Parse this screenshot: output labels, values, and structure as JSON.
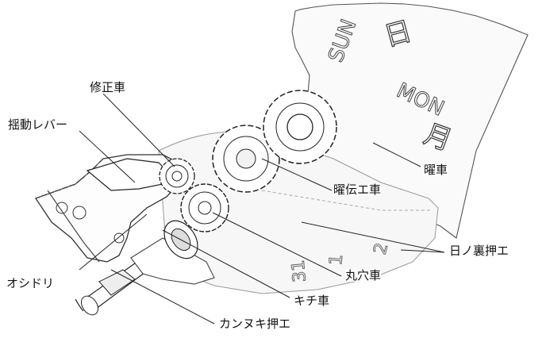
{
  "labels": {
    "correction_wheel": "修正車",
    "swing_lever": "揺動レバー",
    "day_wheel": "曜車",
    "day_transmission_wheel": "曜伝エ車",
    "date_plate_holder": "日ノ裏押エ",
    "round_hole_wheel": "丸穴車",
    "setting_lever": "オシドリ",
    "kichi_wheel": "キチ車",
    "setting_wheel_holder": "カンヌキ押エ"
  },
  "dial_text": {
    "sun": "SUN",
    "mon": "MON",
    "kanji_sun": "日",
    "kanji_mon": "月"
  },
  "date_dial_text": [
    "2",
    "1",
    "31"
  ]
}
